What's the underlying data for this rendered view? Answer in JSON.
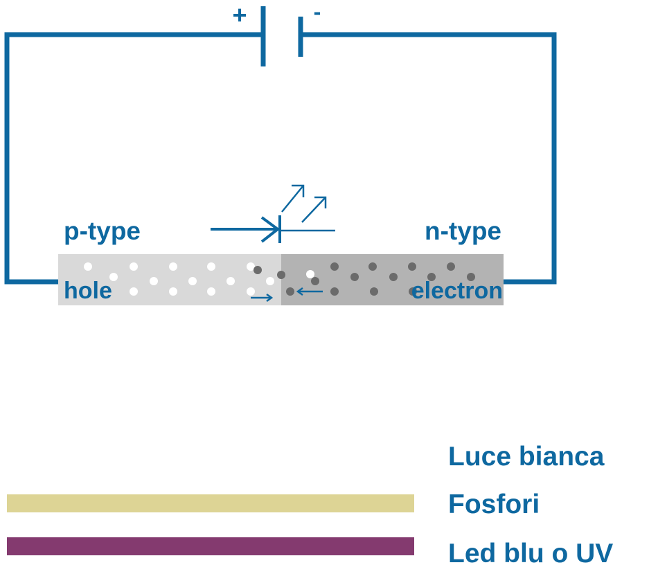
{
  "colors": {
    "circuit": "#0e68a0",
    "text": "#0e68a0",
    "p_region": "#d9d9d9",
    "n_region": "#b3b3b3",
    "hole_dot": "#ffffff",
    "electron_dot": "#6b6b6b",
    "phosphor_layer": "#ddd495",
    "led_layer": "#843a6f"
  },
  "battery": {
    "positive_sign": "+",
    "negative_sign": "-"
  },
  "junction": {
    "p_label": "p-type",
    "n_label": "n-type",
    "hole_label": "hole",
    "electron_label": "electron"
  },
  "layers": {
    "white_light_label": "Luce bianca",
    "phosphor_label": "Fosfori",
    "led_label": "Led blu o UV"
  },
  "icons": {
    "photon_emission": "photon-arrows-icon",
    "led_symbol": "led-symbol-icon"
  }
}
